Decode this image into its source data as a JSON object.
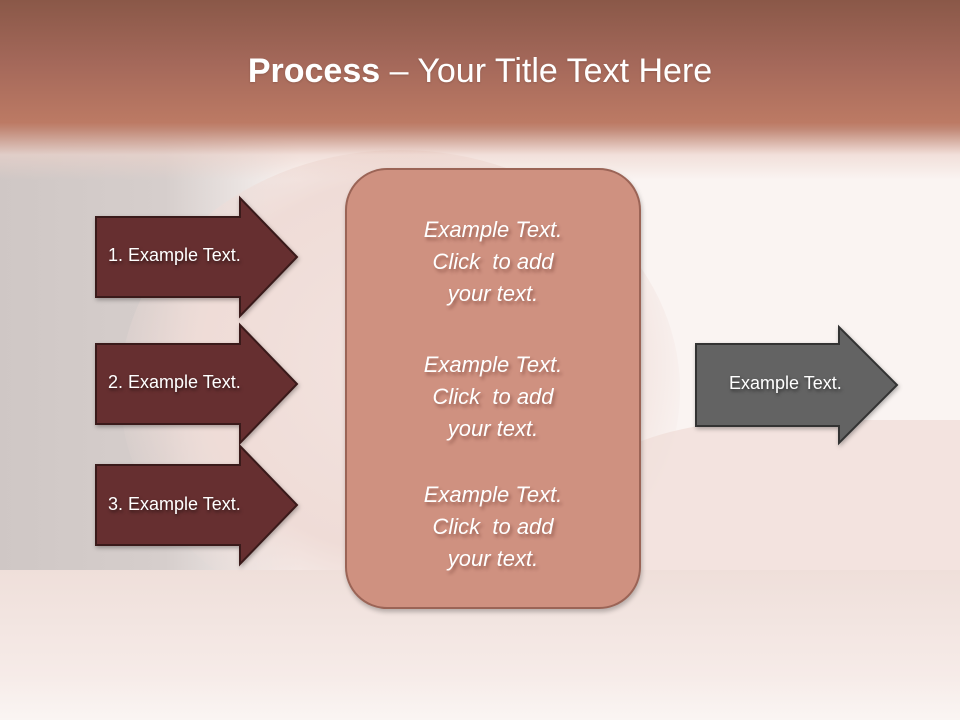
{
  "slide": {
    "title_bold": "Process",
    "title_rest": " – Your Title Text Here"
  },
  "colors": {
    "header_top": "#8a5848",
    "header_bottom": "#bc7a64",
    "step_arrow_fill": "#662f30",
    "step_arrow_stroke": "#3a1a1a",
    "center_box_fill": "#cf9180",
    "center_box_stroke": "#9b6456",
    "result_arrow_fill": "#636363",
    "result_arrow_stroke": "#333333"
  },
  "steps": [
    {
      "label": "1. Example Text."
    },
    {
      "label": "2. Example Text."
    },
    {
      "label": "3. Example Text."
    }
  ],
  "center_box": {
    "blocks": [
      {
        "line1": "Example Text.",
        "line2": "Click  to add",
        "line3": "your text."
      },
      {
        "line1": "Example Text.",
        "line2": "Click  to add",
        "line3": "your text."
      },
      {
        "line1": "Example Text.",
        "line2": "Click  to add",
        "line3": "your text."
      }
    ]
  },
  "result_arrow": {
    "label": "Example Text."
  }
}
